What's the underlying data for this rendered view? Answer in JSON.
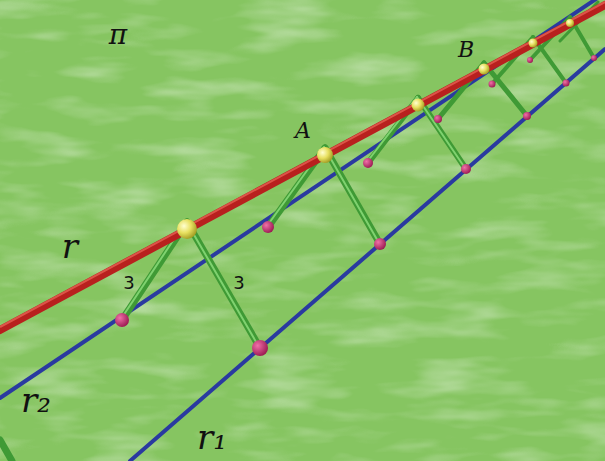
{
  "diagram": {
    "labels": [
      "π",
      "r",
      "r₂",
      "r₁",
      "A",
      "B",
      "3",
      "3"
    ]
  }
}
